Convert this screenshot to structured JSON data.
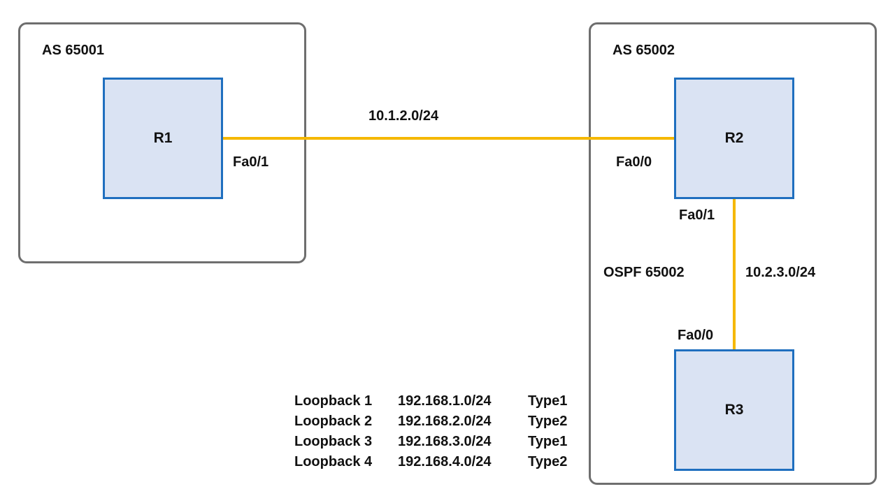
{
  "areas": {
    "as1": "AS 65001",
    "as2": "AS 65002",
    "ospf": "OSPF 65002"
  },
  "routers": {
    "r1": "R1",
    "r2": "R2",
    "r3": "R3"
  },
  "links": {
    "r1_r2_network": "10.1.2.0/24",
    "r2_r3_network": "10.2.3.0/24"
  },
  "interfaces": {
    "r1_fa01": "Fa0/1",
    "r2_fa00": "Fa0/0",
    "r2_fa01": "Fa0/1",
    "r3_fa00": "Fa0/0"
  },
  "loopbacks": [
    {
      "name": "Loopback 1",
      "network": "192.168.1.0/24",
      "type": "Type1"
    },
    {
      "name": "Loopback 2",
      "network": "192.168.2.0/24",
      "type": "Type2"
    },
    {
      "name": "Loopback 3",
      "network": "192.168.3.0/24",
      "type": "Type1"
    },
    {
      "name": "Loopback 4",
      "network": "192.168.4.0/24",
      "type": "Type2"
    }
  ],
  "colors": {
    "router_border": "#1f6fbf",
    "router_fill": "#dae3f3",
    "link": "#f5b800",
    "as_border": "#6e6e6e"
  }
}
